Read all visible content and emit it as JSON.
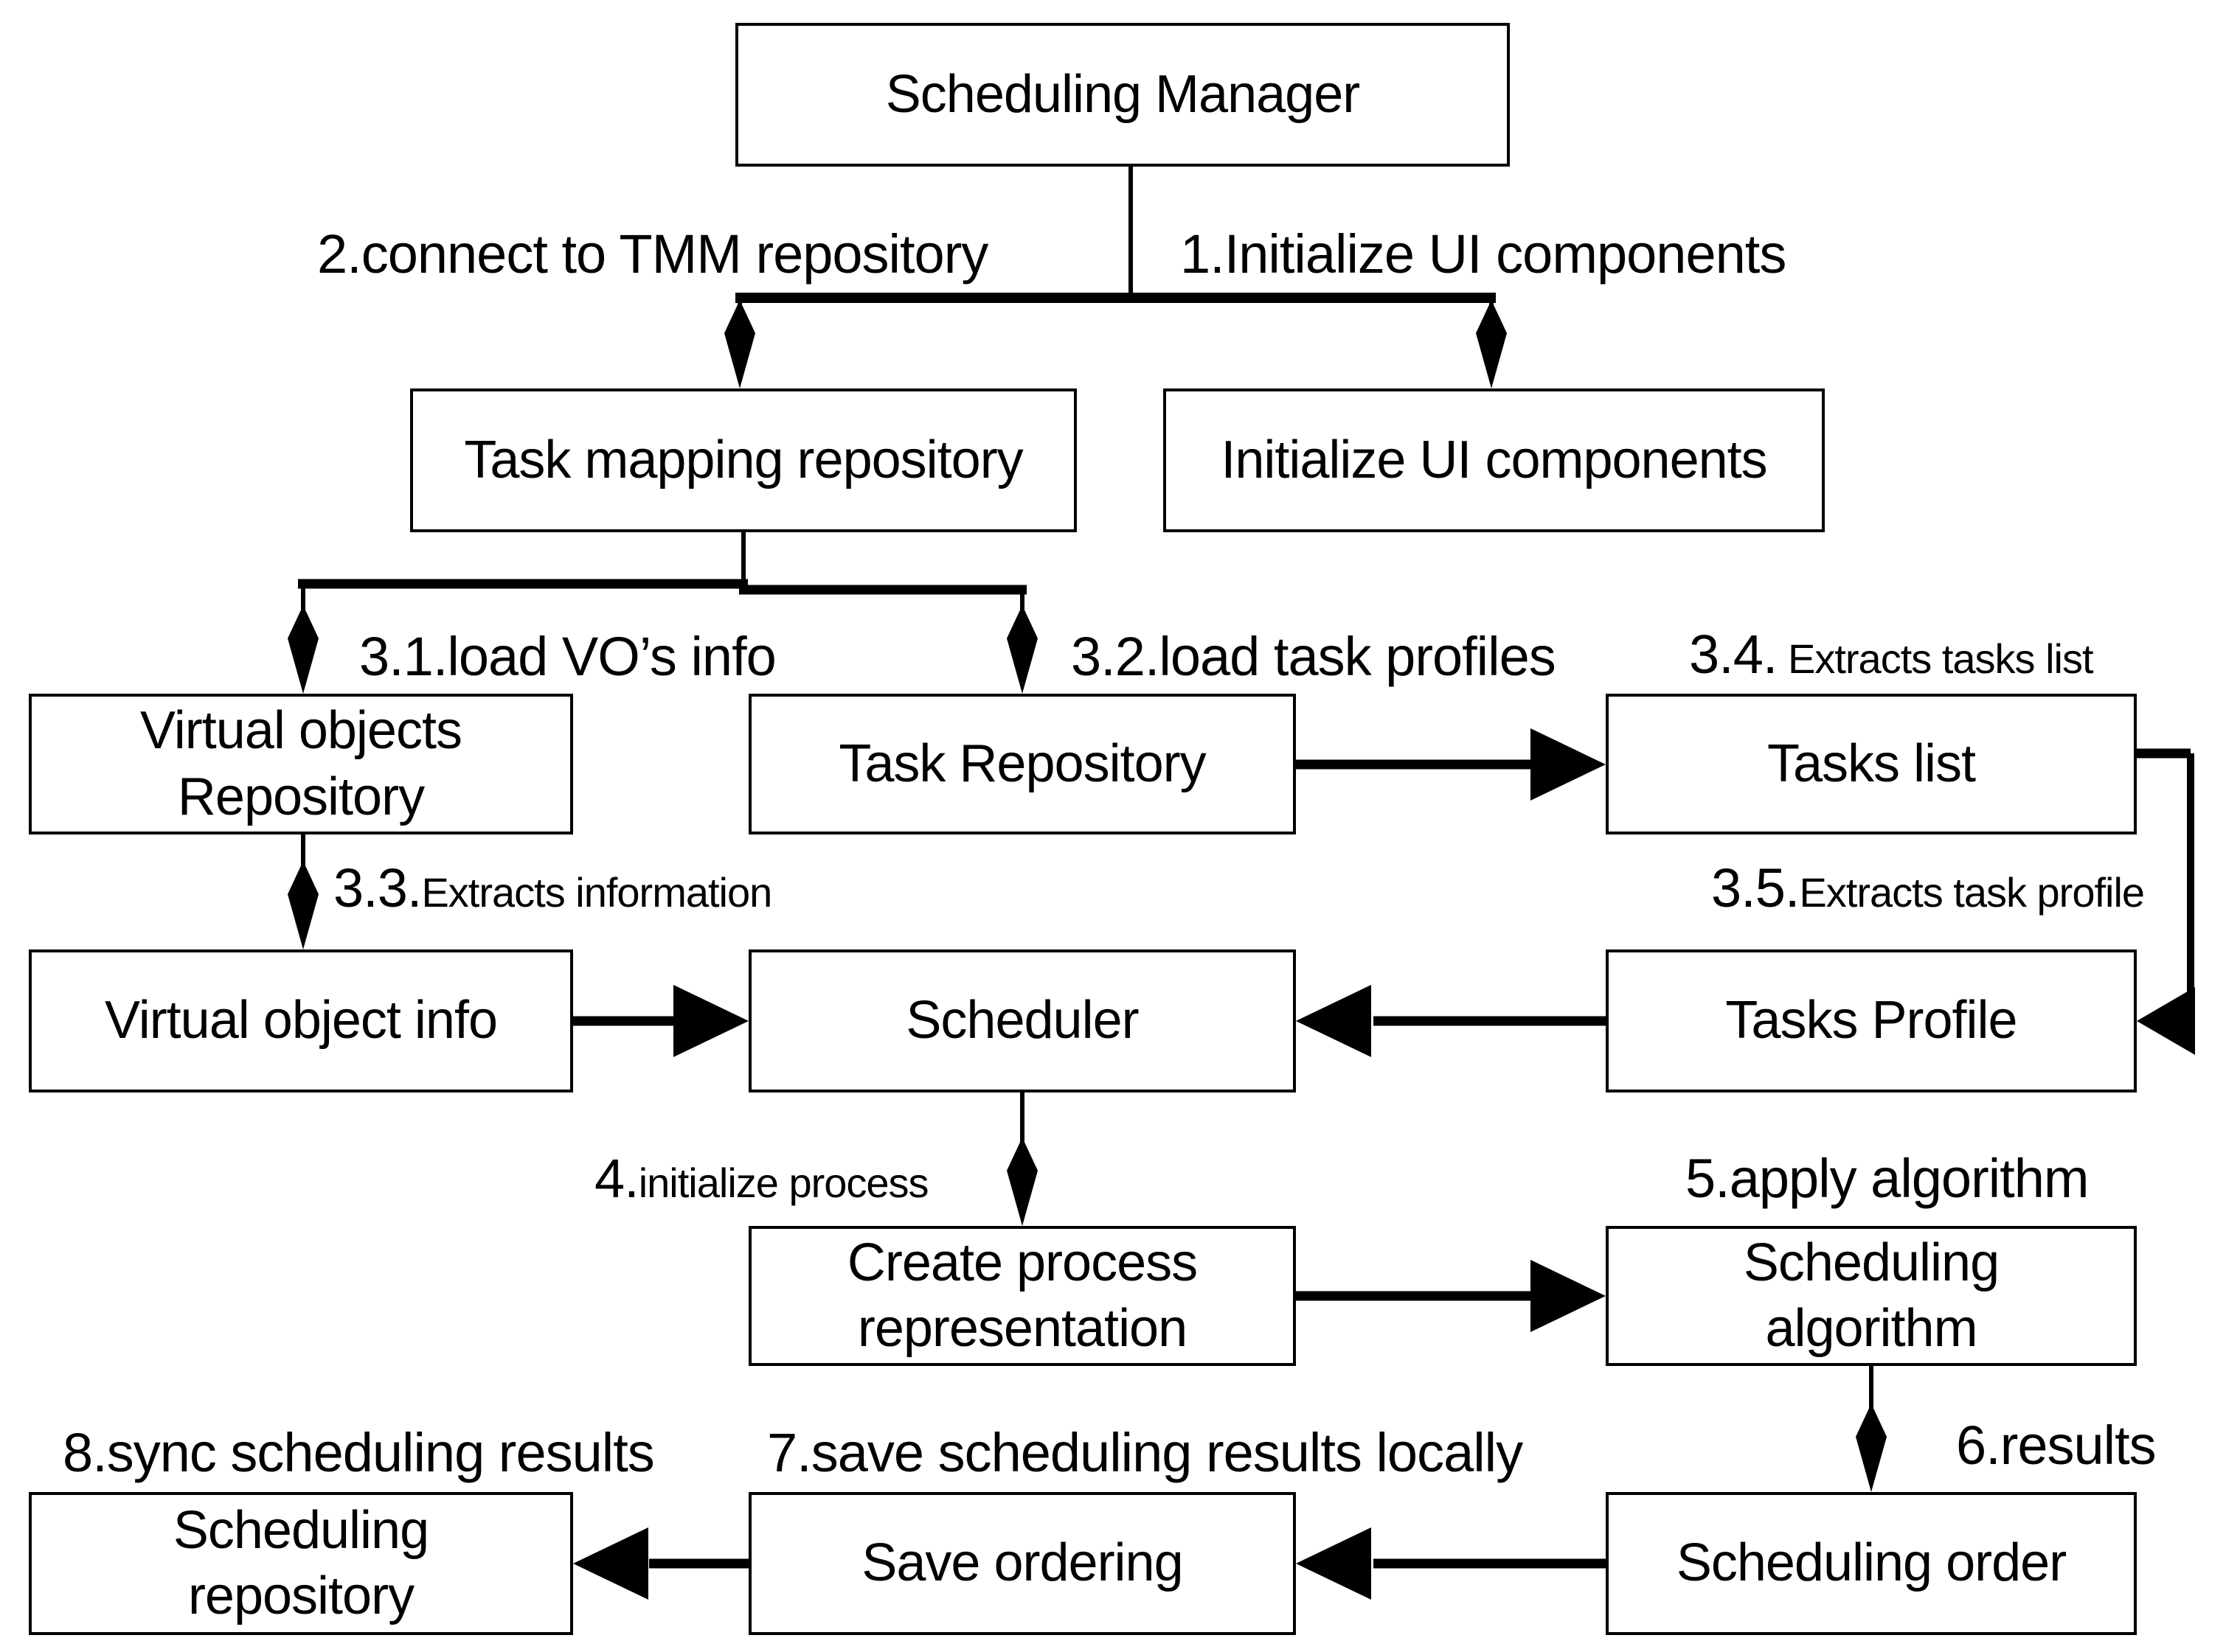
{
  "diagram": {
    "title": "Scheduling Manager flow diagram",
    "colors": {
      "ink": "#000000",
      "background": "#ffffff",
      "box_fill": "#ffffff"
    },
    "nodes": {
      "scheduling_manager": {
        "label": "Scheduling Manager"
      },
      "task_mapping_repository": {
        "label": "Task mapping repository"
      },
      "initialize_ui_components": {
        "label": "Initialize UI components"
      },
      "virtual_objects_repository": {
        "line1": "Virtual objects",
        "line2": "Repository"
      },
      "task_repository": {
        "label": "Task Repository"
      },
      "tasks_list": {
        "label": "Tasks list"
      },
      "virtual_object_info": {
        "label": "Virtual object info"
      },
      "scheduler": {
        "label": "Scheduler"
      },
      "tasks_profile": {
        "label": "Tasks Profile"
      },
      "create_process_representation": {
        "line1": "Create process",
        "line2": "representation"
      },
      "scheduling_algorithm": {
        "line1": "Scheduling",
        "line2": "algorithm"
      },
      "scheduling_repository": {
        "line1": "Scheduling",
        "line2": "repository"
      },
      "save_ordering": {
        "label": "Save ordering"
      },
      "scheduling_order": {
        "label": "Scheduling order"
      }
    },
    "edge_labels": {
      "step1": {
        "label": "1.Initialize UI components"
      },
      "step2": {
        "label": "2.connect to TMM repository"
      },
      "step3_1": {
        "label": "3.1.load VO’s info"
      },
      "step3_2": {
        "label": "3.2.load task profiles"
      },
      "step3_3": {
        "prefix": "3.3.",
        "text": "Extracts information"
      },
      "step3_4": {
        "prefix": "3.4.",
        "text": " Extracts tasks list"
      },
      "step3_5": {
        "prefix": "3.5.",
        "text": "Extracts task profile"
      },
      "step4": {
        "prefix": "4.",
        "text": "initialize process"
      },
      "step5": {
        "label": "5.apply algorithm"
      },
      "step6": {
        "label": "6.results"
      },
      "step7": {
        "label": "7.save scheduling results locally"
      },
      "step8": {
        "label": "8.sync scheduling results"
      }
    }
  }
}
